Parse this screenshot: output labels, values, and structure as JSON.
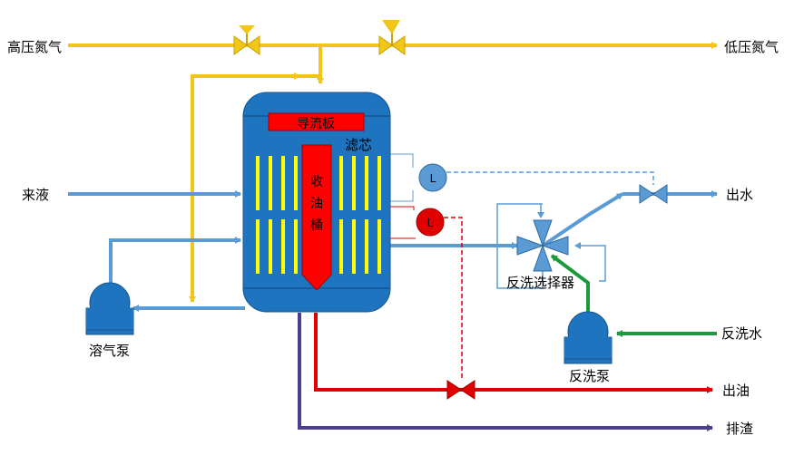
{
  "labels": {
    "high_n2": "高压氮气",
    "low_n2": "低压氮气",
    "deflector": "导流板",
    "filter": "滤芯",
    "oil_bucket": [
      "收",
      "油",
      "桶"
    ],
    "feed": "来液",
    "dissolved_pump": "溶气泵",
    "backwash_selector": "反洗选择器",
    "backwash_pump": "反洗泵",
    "water_out": "出水",
    "backwash_water": "反洗水",
    "oil_out": "出油",
    "slag": "排渣",
    "level_symbol_1": "L",
    "level_symbol_2": "L"
  },
  "colors": {
    "gas_line": "#f2c519",
    "water_line": "#5b9bd5",
    "oil_line": "#e00000",
    "slag_line": "#4b3f8f",
    "backwash_line": "#1a9a3c",
    "vessel": "#1f74c0",
    "element": "#ffff00",
    "bucket": "#ff0000"
  }
}
